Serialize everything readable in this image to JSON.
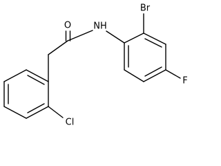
{
  "molecule": {
    "atoms": {
      "oxygen": "O",
      "nitrogen_h": "NH",
      "bromine": "Br",
      "fluorine": "F",
      "chlorine": "Cl"
    }
  }
}
